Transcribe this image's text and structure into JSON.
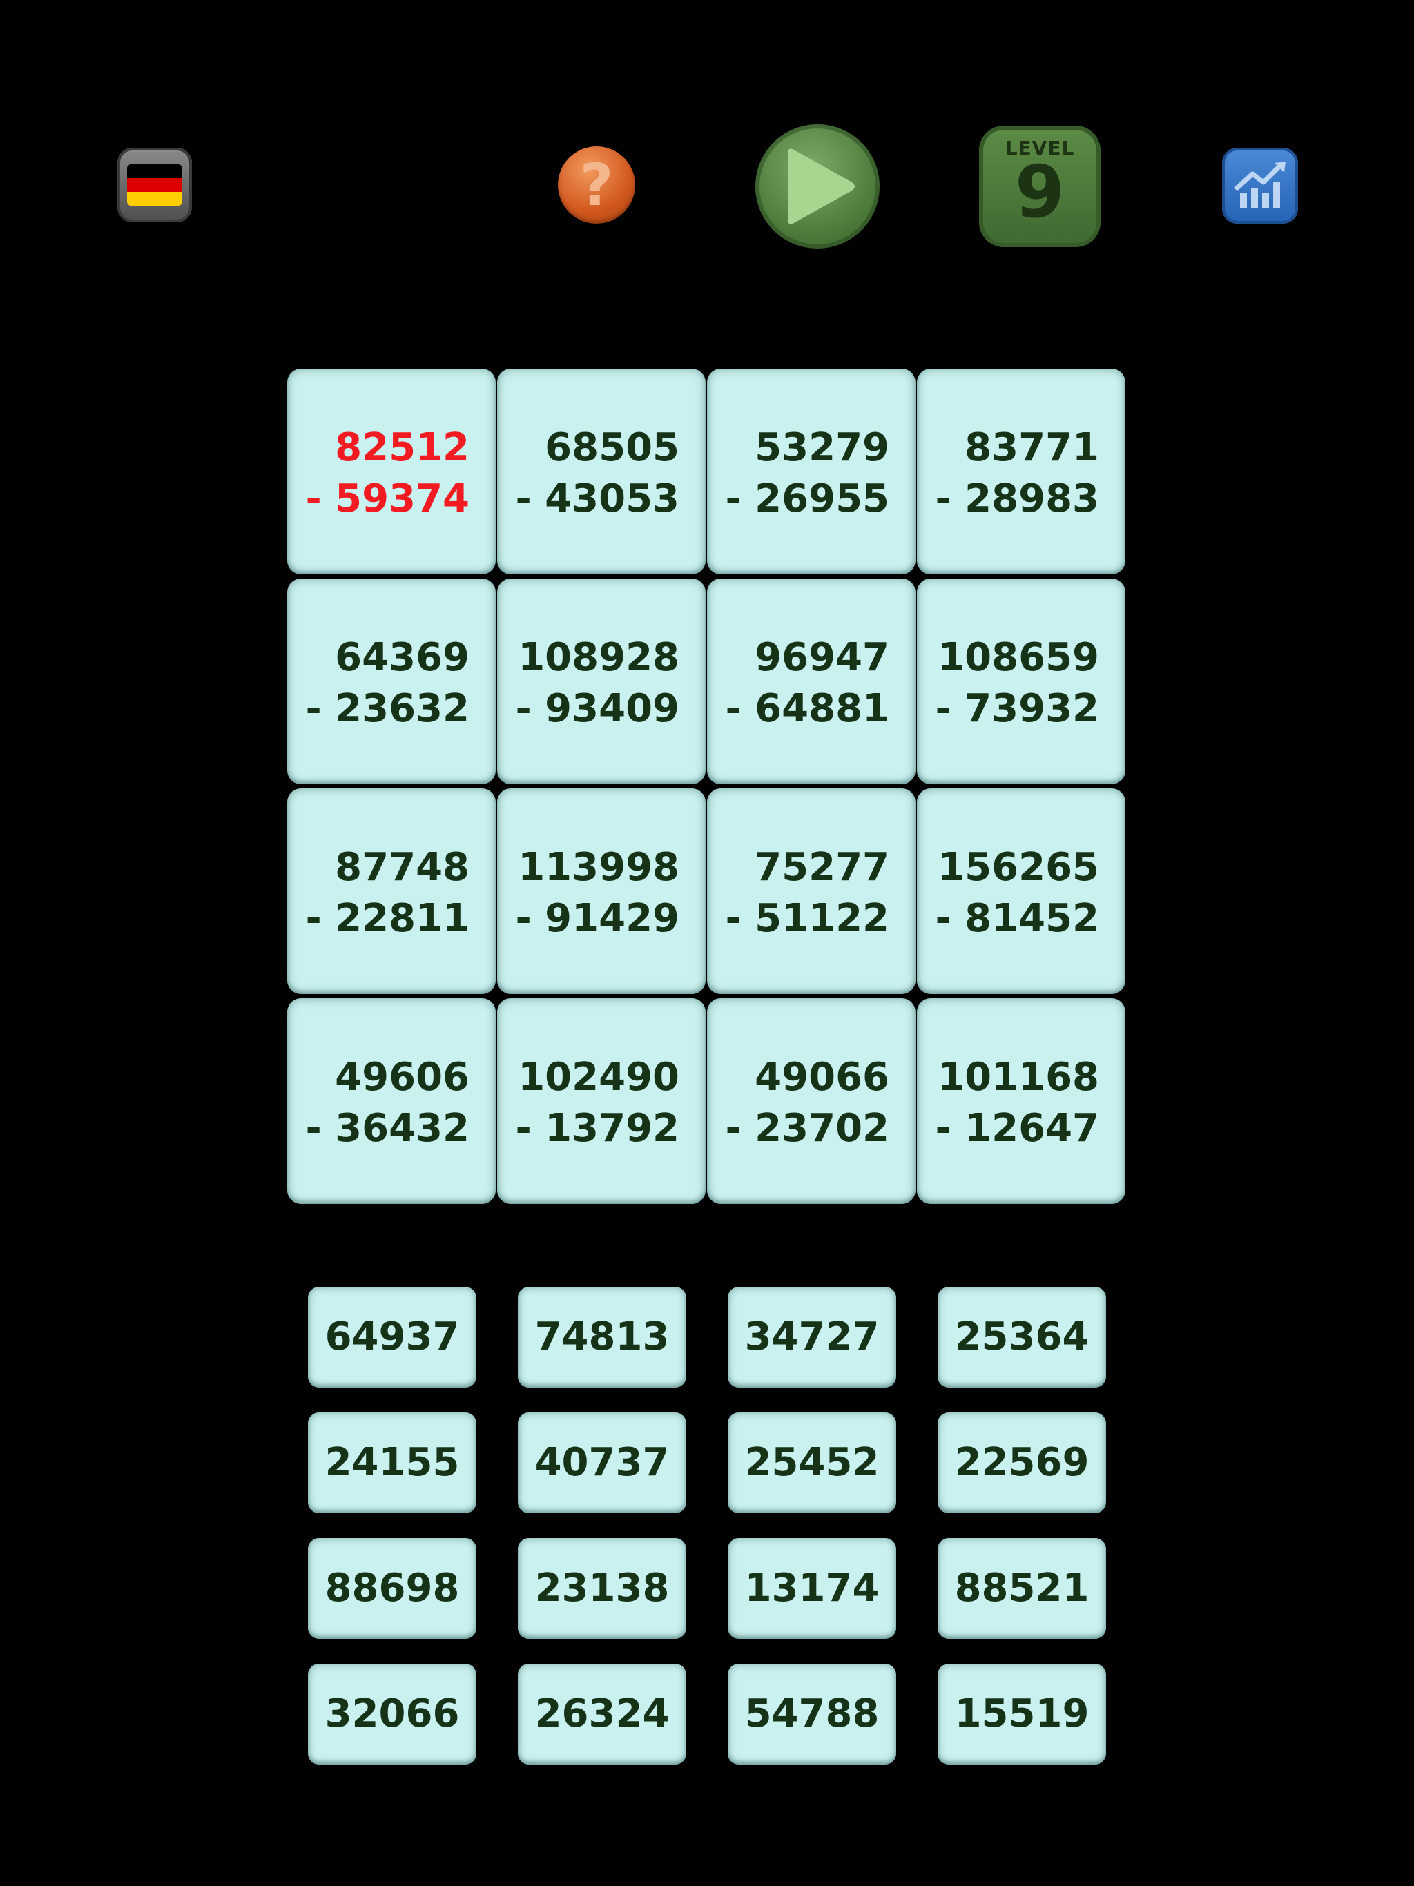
{
  "toolbar": {
    "language_flag": {
      "icon": "germany-flag-icon",
      "colors": [
        "#000000",
        "#dd0000",
        "#ffce00"
      ]
    },
    "help": {
      "icon": "question-mark-icon",
      "label": "?",
      "color": "#d0571e"
    },
    "play": {
      "icon": "play-icon",
      "color": "#4f7e3c"
    },
    "level": {
      "label": "LEVEL",
      "value": "9",
      "color": "#4a7a38"
    },
    "stats": {
      "icon": "bar-chart-trend-icon",
      "color": "#2f6fc0"
    }
  },
  "board": {
    "active_tile_color": "#f21b22",
    "tile_color": "#c9f1ef",
    "tiles": [
      {
        "top": "82512",
        "bottom": "- 59374",
        "active": true
      },
      {
        "top": "68505",
        "bottom": "- 43053",
        "active": false
      },
      {
        "top": "53279",
        "bottom": "- 26955",
        "active": false
      },
      {
        "top": "83771",
        "bottom": "- 28983",
        "active": false
      },
      {
        "top": "64369",
        "bottom": "- 23632",
        "active": false
      },
      {
        "top": "108928",
        "bottom": "- 93409",
        "active": false
      },
      {
        "top": "96947",
        "bottom": "- 64881",
        "active": false
      },
      {
        "top": "108659",
        "bottom": "- 73932",
        "active": false
      },
      {
        "top": "87748",
        "bottom": "- 22811",
        "active": false
      },
      {
        "top": "113998",
        "bottom": "- 91429",
        "active": false
      },
      {
        "top": "75277",
        "bottom": "- 51122",
        "active": false
      },
      {
        "top": "156265",
        "bottom": "- 81452",
        "active": false
      },
      {
        "top": "49606",
        "bottom": "- 36432",
        "active": false
      },
      {
        "top": "102490",
        "bottom": "- 13792",
        "active": false
      },
      {
        "top": "49066",
        "bottom": "- 23702",
        "active": false
      },
      {
        "top": "101168",
        "bottom": "- 12647",
        "active": false
      }
    ]
  },
  "answers": [
    "64937",
    "74813",
    "34727",
    "25364",
    "24155",
    "40737",
    "25452",
    "22569",
    "88698",
    "23138",
    "13174",
    "88521",
    "32066",
    "26324",
    "54788",
    "15519"
  ]
}
